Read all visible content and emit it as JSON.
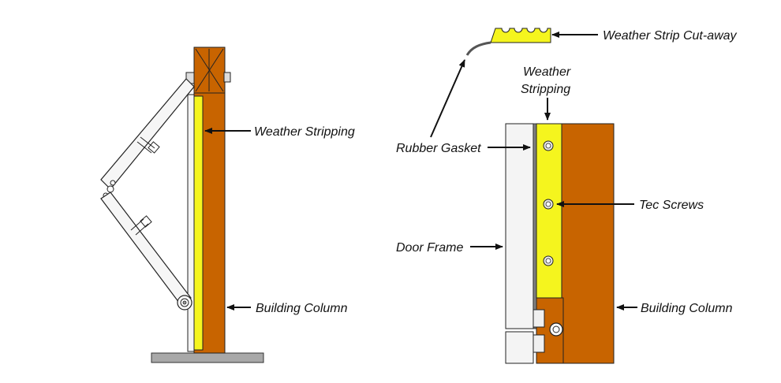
{
  "labels": {
    "left_weather_stripping": "Weather Stripping",
    "left_building_column": "Building Column",
    "weather_strip_cutaway": "Weather Strip Cut-away",
    "weather_stripping_line1": "Weather",
    "weather_stripping_line2": "Stripping",
    "rubber_gasket": "Rubber Gasket",
    "tec_screws": "Tec Screws",
    "door_frame": "Door Frame",
    "right_building_column": "Building Column"
  },
  "colors": {
    "column": "#c86400",
    "weather_strip": "#f5f51e",
    "base_plate": "#a8a8a8",
    "frame": "#f4f4f4",
    "gasket": "#808080",
    "outline": "#222222"
  }
}
